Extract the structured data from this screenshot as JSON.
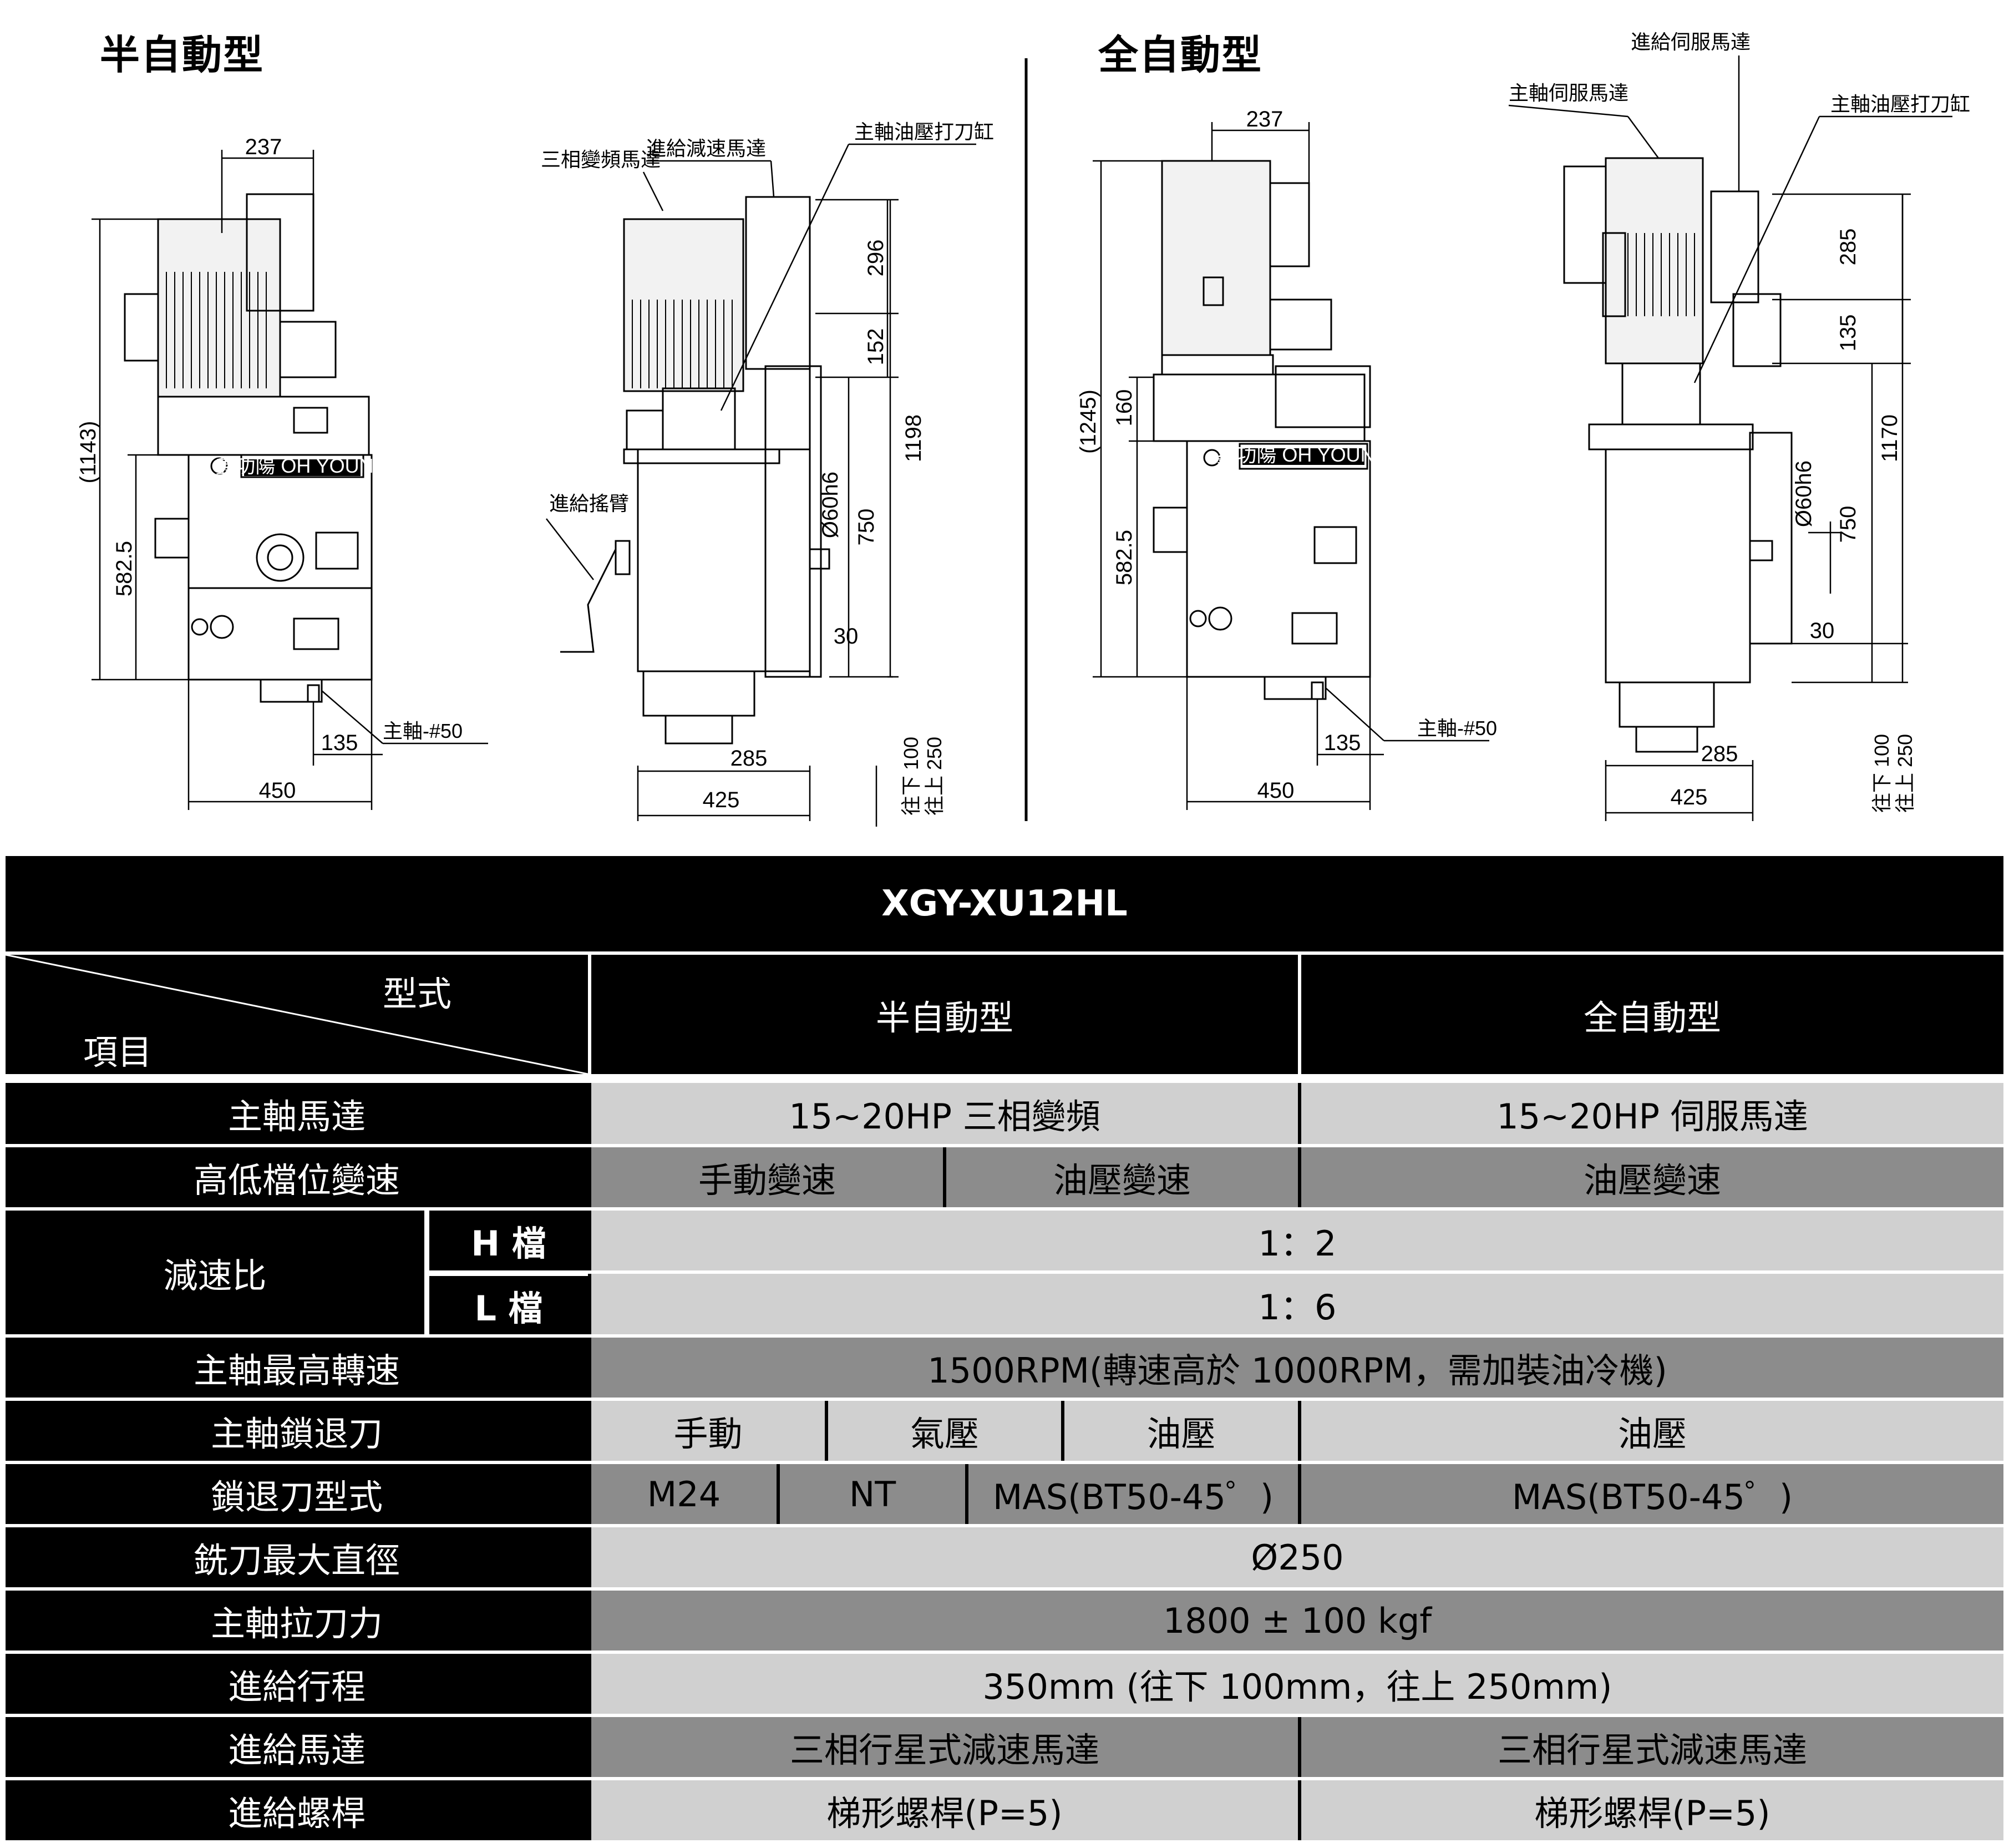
{
  "drawings": {
    "semi_title": "半自動型",
    "full_title": "全自動型",
    "semi_front": {
      "dim_top_width": "237",
      "dim_total_height": "(1143)",
      "dim_lower_height": "582.5",
      "dim_offset": "135",
      "dim_base_width": "450",
      "spindle_label": "主軸-#50",
      "brand": "鑫功陽 OH YOUNG"
    },
    "semi_side": {
      "label_feed_reducer_motor": "進給減速馬達",
      "label_3phase_vfd_motor": "三相變頻馬達",
      "label_hyd_cylinder": "主軸油壓打刀缸",
      "label_feed_handle": "進給搖臂",
      "dim_296": "296",
      "dim_152": "152",
      "dim_1198": "1198",
      "dim_750": "750",
      "dim_dia": "Ø60h6",
      "dim_30": "30",
      "dim_285": "285",
      "dim_425": "425",
      "stroke_down": "往下 100",
      "stroke_up": "往上 250"
    },
    "full_front": {
      "dim_top_width": "237",
      "dim_total_height": "(1245)",
      "dim_160": "160",
      "dim_lower_height": "582.5",
      "dim_offset": "135",
      "dim_base_width": "450",
      "spindle_label": "主軸-#50",
      "brand": "鑫功陽 OH YOUNG"
    },
    "full_side": {
      "label_feed_servo_motor": "進給伺服馬達",
      "label_spindle_servo_motor": "主軸伺服馬達",
      "label_hyd_cylinder": "主軸油壓打刀缸",
      "dim_285_top": "285",
      "dim_135": "135",
      "dim_1170": "1170",
      "dim_750": "750",
      "dim_dia": "Ø60h6",
      "dim_30": "30",
      "dim_285": "285",
      "dim_425": "425",
      "stroke_down": "往下 100",
      "stroke_up": "往上 250"
    }
  },
  "table": {
    "model": "XGY-XU12HL",
    "header": {
      "type_label": "型式",
      "item_label": "項目",
      "semi": "半自動型",
      "full": "全自動型"
    },
    "rows": {
      "spindle_motor": {
        "label": "主軸馬達",
        "semi": "15~20HP 三相變頻",
        "full": "15~20HP 伺服馬達"
      },
      "gear_shift": {
        "label": "高低檔位變速",
        "semi_a": "手動變速",
        "semi_b": "油壓變速",
        "full": "油壓變速"
      },
      "reduction": {
        "label": "減速比",
        "h_label": "H 檔",
        "l_label": "L  檔",
        "h_value": "1：2",
        "l_value": "1：6"
      },
      "max_speed": {
        "label": "主軸最高轉速",
        "value": "1500RPM(轉速高於 1000RPM，需加裝油冷機)"
      },
      "tool_release": {
        "label": "主軸鎖退刀",
        "semi_a": "手動",
        "semi_b": "氣壓",
        "semi_c": "油壓",
        "full": "油壓"
      },
      "release_type": {
        "label": "鎖退刀型式",
        "semi_a": "M24",
        "semi_b": "NT",
        "semi_c": "MAS(BT50-45゜)",
        "full": "MAS(BT50-45゜)"
      },
      "cutter_dia": {
        "label": "銑刀最大直徑",
        "value": "Ø250"
      },
      "pull_force": {
        "label": "主軸拉刀力",
        "value": "1800 ± 100 kgf"
      },
      "feed_stroke": {
        "label": "進給行程",
        "value": "350mm (往下 100mm，往上 250mm)"
      },
      "feed_motor": {
        "label": "進給馬達",
        "semi": "三相行星式減速馬達",
        "full": "三相行星式減速馬達"
      },
      "feed_screw": {
        "label": "進給螺桿",
        "semi": "梯形螺桿(P=5)",
        "full": "梯形螺桿(P=5)"
      }
    }
  }
}
